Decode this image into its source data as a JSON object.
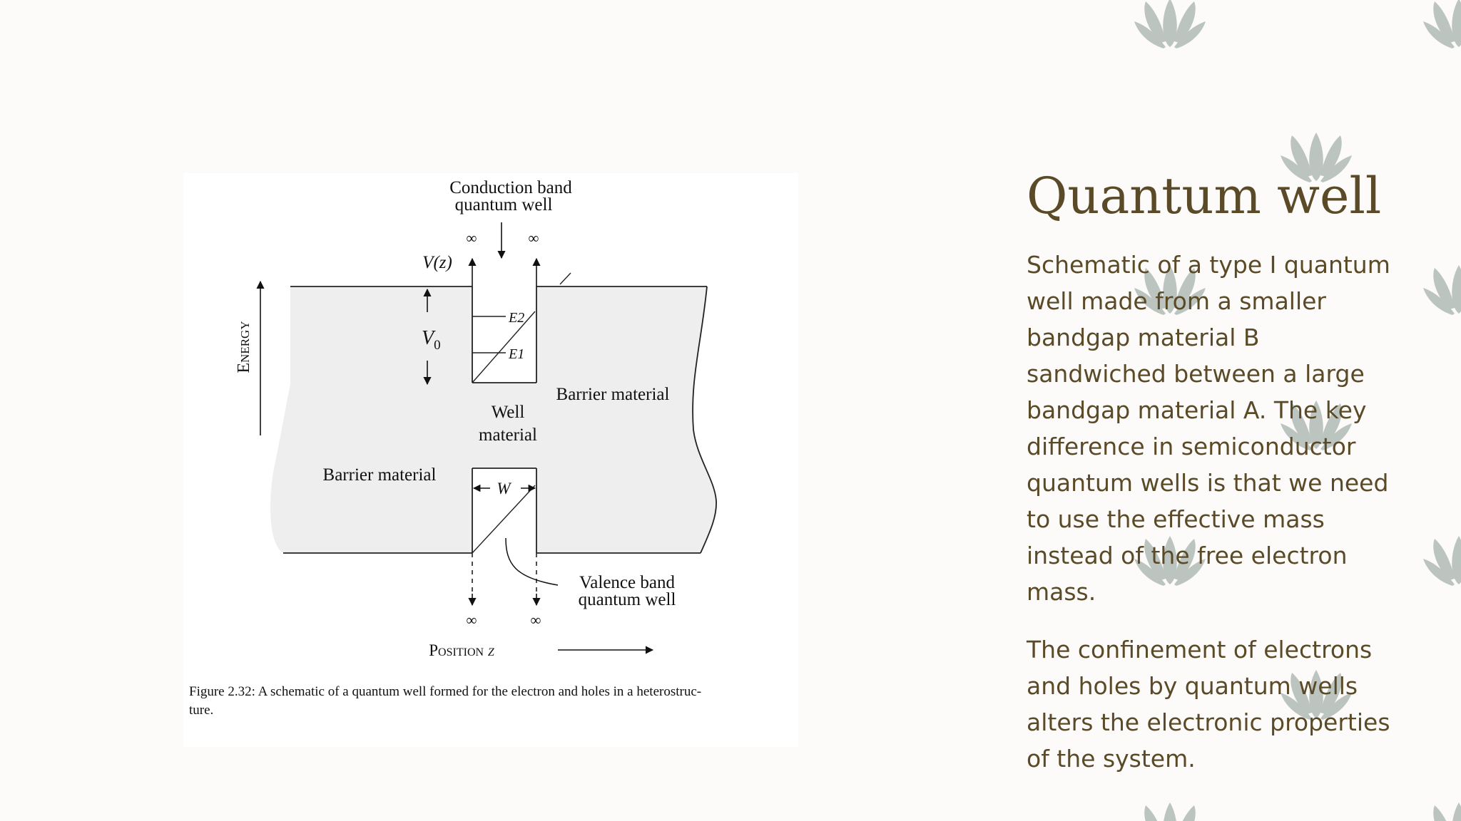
{
  "slide": {
    "title": "Quantum well",
    "paragraphs": [
      "Schematic of a type I quantum well made from a smaller bandgap material B sandwiched between a large bandgap material A. The key difference in semiconductor quantum wells is that we need to use the effective mass instead of the free electron mass.",
      "The confinement of electrons and holes by quantum wells alters the electronic properties of the system."
    ]
  },
  "figure": {
    "conduction_label_1": "Conduction band",
    "conduction_label_2": "quantum well",
    "infinity": "∞",
    "vz_label": "V(z)",
    "v0_label": "V",
    "v0_sub": "0",
    "e2_label": "E2",
    "e1_label": "E1",
    "energy_label": "Energy",
    "barrier_right": "Barrier material",
    "barrier_left": "Barrier material",
    "well_label_1": "Well",
    "well_label_2": "material",
    "w_label": "W",
    "valence_label_1": "Valence band",
    "valence_label_2": "quantum well",
    "position_label": "Position",
    "position_var": "z",
    "caption_1": "Figure 2.32: A schematic of a quantum well formed for the electron and holes in a heterostruc-",
    "caption_2": "ture."
  },
  "colors": {
    "background": "#fcfbf9",
    "text_brown": "#5a4a27",
    "leaf_gray": "#bcc4c0",
    "band_fill": "#eeeeee"
  }
}
